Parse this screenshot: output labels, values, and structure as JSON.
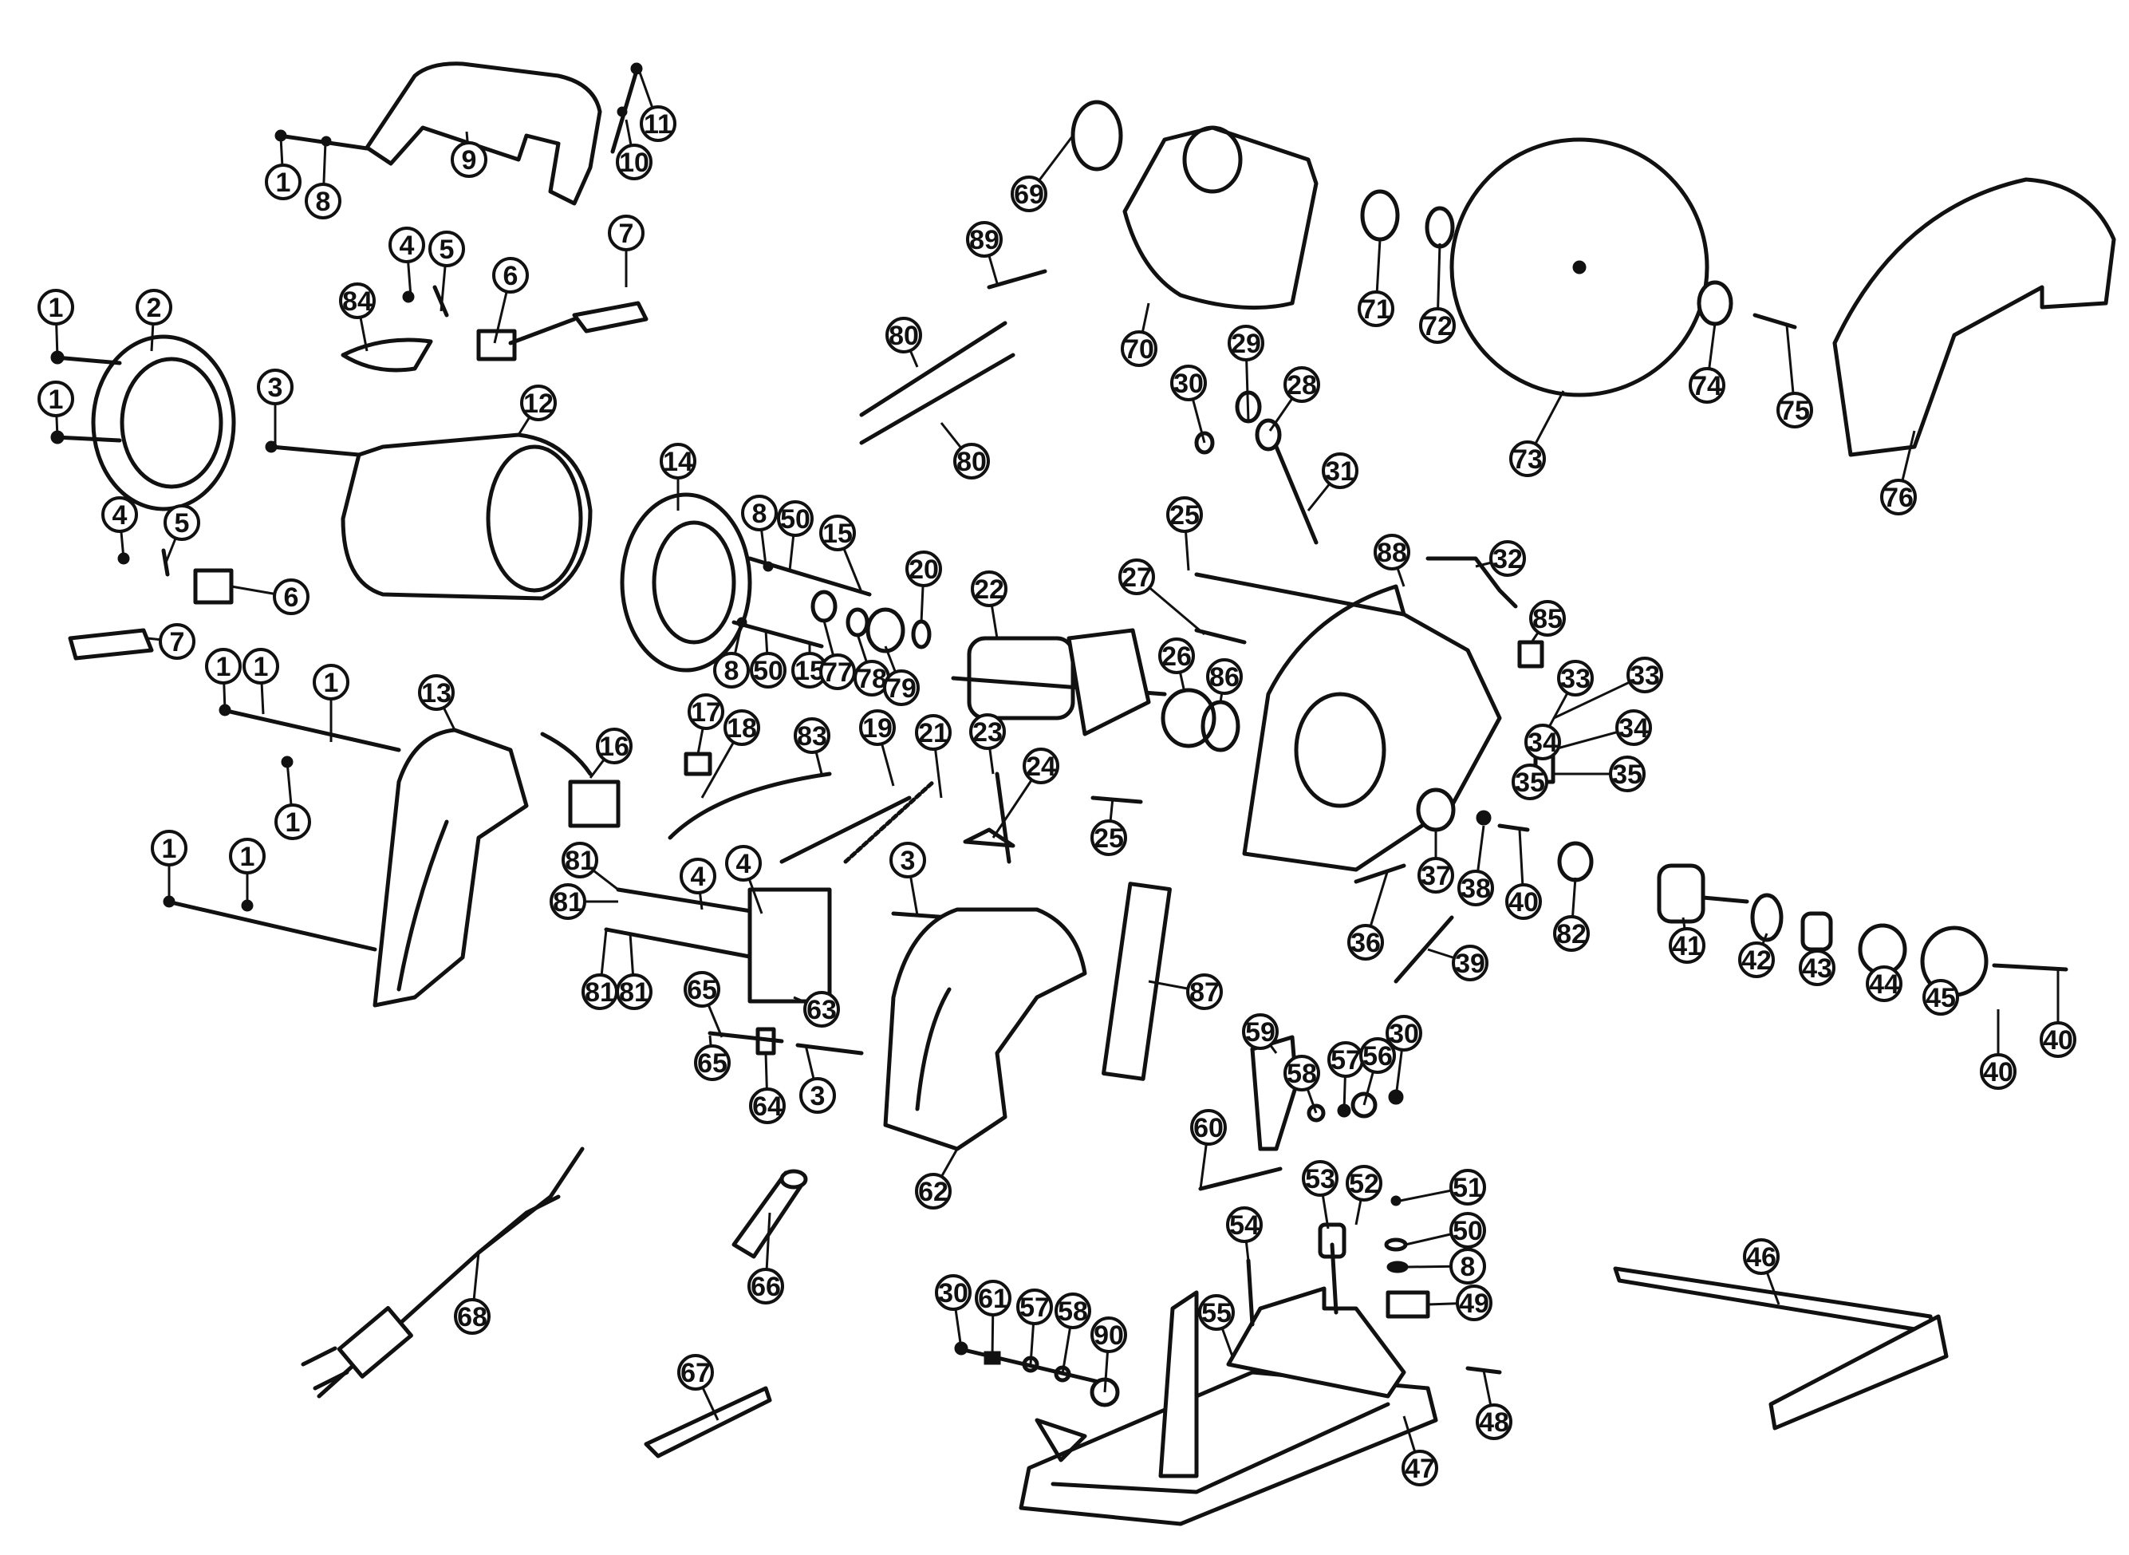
{
  "callouts": [
    {
      "label": "1"
    },
    {
      "label": "8"
    },
    {
      "label": "9"
    },
    {
      "label": "10"
    },
    {
      "label": "11"
    },
    {
      "label": "1"
    },
    {
      "label": "2"
    },
    {
      "label": "1"
    },
    {
      "label": "84"
    },
    {
      "label": "4"
    },
    {
      "label": "5"
    },
    {
      "label": "6"
    },
    {
      "label": "7"
    },
    {
      "label": "3"
    },
    {
      "label": "12"
    },
    {
      "label": "4"
    },
    {
      "label": "5"
    },
    {
      "label": "6"
    },
    {
      "label": "7"
    },
    {
      "label": "14"
    },
    {
      "label": "8"
    },
    {
      "label": "50"
    },
    {
      "label": "15"
    },
    {
      "label": "8"
    },
    {
      "label": "50"
    },
    {
      "label": "15"
    },
    {
      "label": "77"
    },
    {
      "label": "78"
    },
    {
      "label": "79"
    },
    {
      "label": "20"
    },
    {
      "label": "22"
    },
    {
      "label": "69"
    },
    {
      "label": "89"
    },
    {
      "label": "70"
    },
    {
      "label": "71"
    },
    {
      "label": "72"
    },
    {
      "label": "73"
    },
    {
      "label": "74"
    },
    {
      "label": "75"
    },
    {
      "label": "76"
    },
    {
      "label": "80"
    },
    {
      "label": "80"
    },
    {
      "label": "30"
    },
    {
      "label": "29"
    },
    {
      "label": "28"
    },
    {
      "label": "31"
    },
    {
      "label": "25"
    },
    {
      "label": "27"
    },
    {
      "label": "88"
    },
    {
      "label": "32"
    },
    {
      "label": "85"
    },
    {
      "label": "26"
    },
    {
      "label": "86"
    },
    {
      "label": "33"
    },
    {
      "label": "33"
    },
    {
      "label": "34"
    },
    {
      "label": "34"
    },
    {
      "label": "35"
    },
    {
      "label": "35"
    },
    {
      "label": "1"
    },
    {
      "label": "1"
    },
    {
      "label": "1"
    },
    {
      "label": "13"
    },
    {
      "label": "1"
    },
    {
      "label": "1"
    },
    {
      "label": "1"
    },
    {
      "label": "16"
    },
    {
      "label": "17"
    },
    {
      "label": "18"
    },
    {
      "label": "83"
    },
    {
      "label": "19"
    },
    {
      "label": "21"
    },
    {
      "label": "23"
    },
    {
      "label": "24"
    },
    {
      "label": "25"
    },
    {
      "label": "37"
    },
    {
      "label": "38"
    },
    {
      "label": "40"
    },
    {
      "label": "82"
    },
    {
      "label": "41"
    },
    {
      "label": "42"
    },
    {
      "label": "43"
    },
    {
      "label": "44"
    },
    {
      "label": "45"
    },
    {
      "label": "40"
    },
    {
      "label": "40"
    },
    {
      "label": "81"
    },
    {
      "label": "81"
    },
    {
      "label": "81"
    },
    {
      "label": "81"
    },
    {
      "label": "4"
    },
    {
      "label": "4"
    },
    {
      "label": "3"
    },
    {
      "label": "63"
    },
    {
      "label": "65"
    },
    {
      "label": "65"
    },
    {
      "label": "64"
    },
    {
      "label": "3"
    },
    {
      "label": "62"
    },
    {
      "label": "36"
    },
    {
      "label": "87"
    },
    {
      "label": "39"
    },
    {
      "label": "59"
    },
    {
      "label": "58"
    },
    {
      "label": "57"
    },
    {
      "label": "56"
    },
    {
      "label": "30"
    },
    {
      "label": "60"
    },
    {
      "label": "53"
    },
    {
      "label": "52"
    },
    {
      "label": "51"
    },
    {
      "label": "54"
    },
    {
      "label": "50"
    },
    {
      "label": "8"
    },
    {
      "label": "49"
    },
    {
      "label": "55"
    },
    {
      "label": "30"
    },
    {
      "label": "61"
    },
    {
      "label": "57"
    },
    {
      "label": "58"
    },
    {
      "label": "90"
    },
    {
      "label": "48"
    },
    {
      "label": "47"
    },
    {
      "label": "46"
    },
    {
      "label": "66"
    },
    {
      "label": "68"
    },
    {
      "label": "67"
    }
  ]
}
